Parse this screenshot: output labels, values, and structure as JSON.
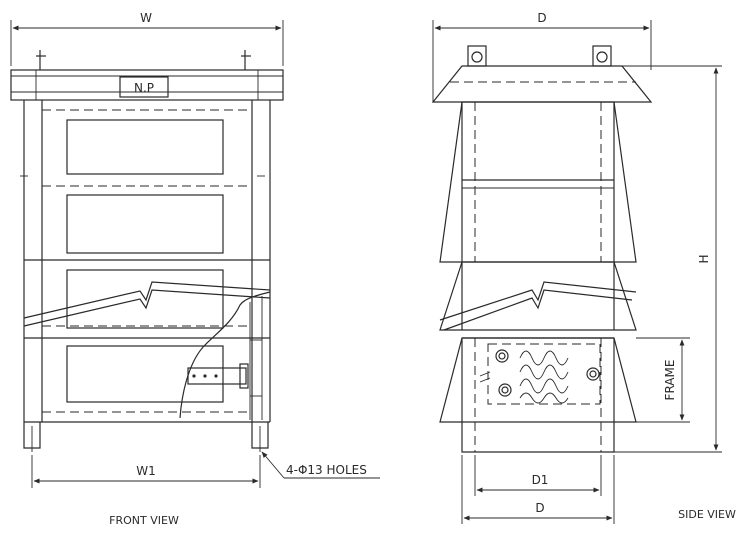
{
  "front_view": {
    "title": "FRONT VIEW",
    "width_label": "W",
    "width1_label": "W1",
    "nameplate_label": "N.P",
    "holes_label": "4-Φ13 HOLES"
  },
  "side_view": {
    "title": "SIDE VIEW",
    "depth_top_label": "D",
    "depth_bottom_label": "D",
    "depth1_label": "D1",
    "height_label": "H",
    "frame_label": "FRAME"
  }
}
